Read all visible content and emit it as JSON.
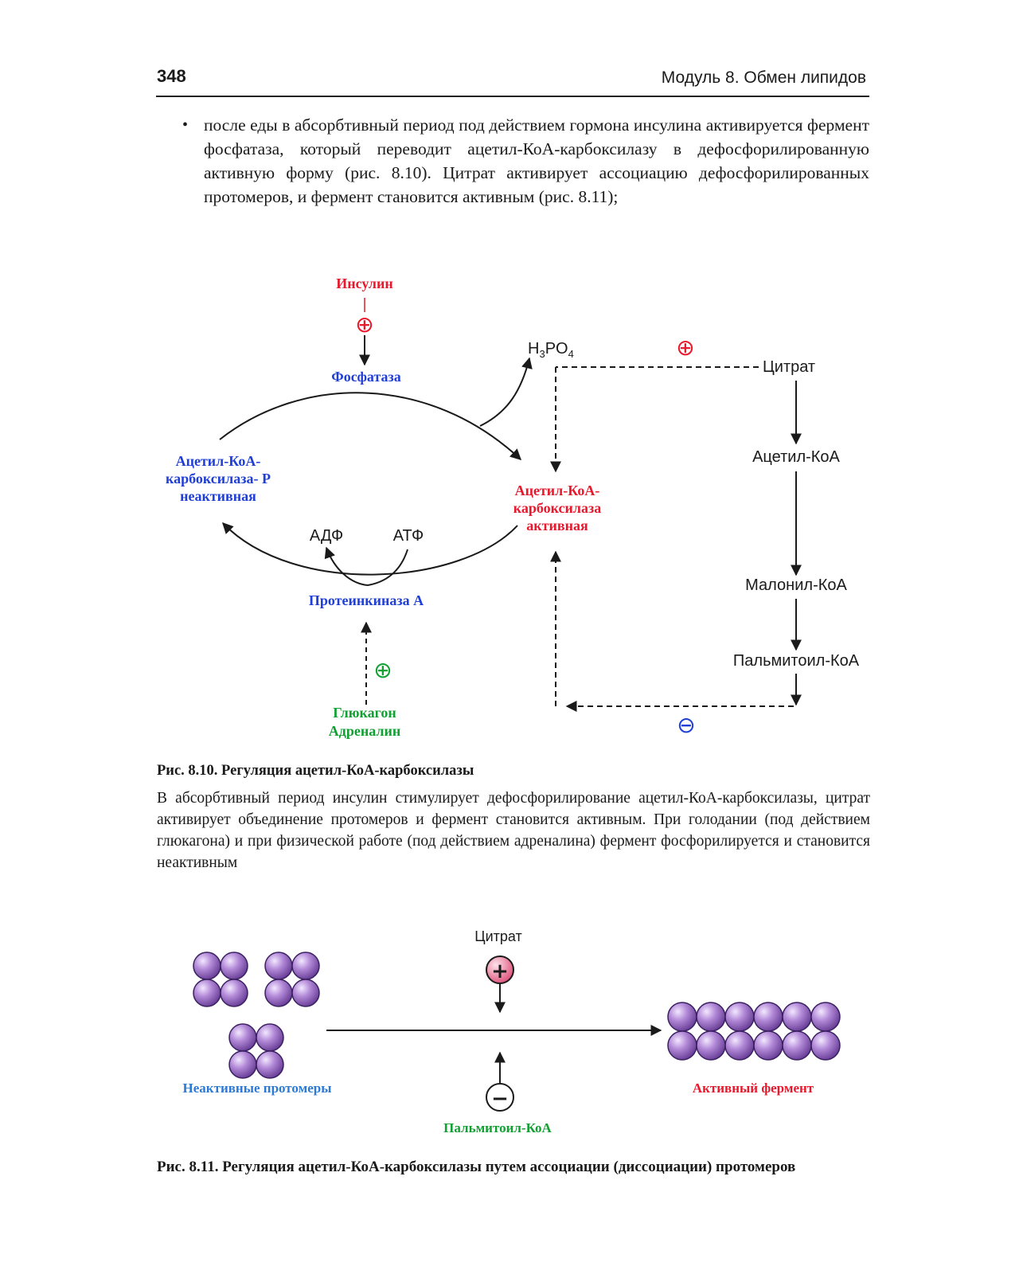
{
  "header": {
    "page_number": "348",
    "running_title": "Модуль 8. Обмен липидов"
  },
  "body": {
    "bullet_char": "•",
    "paragraph": "после еды в абсорбтивный период под действием гормона инсулина активируется фермент фосфатаза, который переводит ацетил-КоА-карбоксилазу в дефосфорилированную активную форму (рис. 8.10). Цитрат активирует ассоциацию дефосфорилированных протомеров, и фермент становится активным (рис. 8.11);"
  },
  "fig810": {
    "insulin": "Инсулин",
    "phosphatase": "Фосфатаза",
    "h3po4": "H3PO4",
    "citrate": "Цитрат",
    "acetyl_coa": "Ацетил-КоА",
    "malonyl_coa": "Малонил-КоА",
    "palmitoyl_coa": "Пальмитоил-КоА",
    "inactive_l1": "Ацетил-КоА-",
    "inactive_l2": "карбоксилаза- Р",
    "inactive_l3": "неактивная",
    "active_l1": "Ацетил-КоА-",
    "active_l2": "карбоксилаза",
    "active_l3": "активная",
    "adp": "АДФ",
    "atp": "АТФ",
    "pka": "Протеинкиназа А",
    "glucagon": "Глюкагон",
    "adrenaline": "Адреналин",
    "plus": "⊕",
    "minus": "⊖",
    "caption_title": "Рис. 8.10. Регуляция ацетил-КоА-карбоксилазы",
    "caption_text": "В абсорбтивный период инсулин стимулирует дефосфорилирование ацетил-КоА-карбоксилазы, цитрат активирует объединение протомеров и фермент становится активным. При голодании (под действием глюкагона) и при физической работе (под действием адреналина) фермент фосфорилируется и становится неактивным"
  },
  "fig811": {
    "citrate": "Цитрат",
    "plus": "+",
    "minus": "−",
    "inactive_label": "Неактивные протомеры",
    "active_label": "Активный фермент",
    "palmitoyl": "Пальмитоил-КоА",
    "caption": "Рис. 8.11. Регуляция ацетил-КоА-карбоксилазы путем ассоциации (диссоциации) протомеров"
  },
  "colors": {
    "red": "#e8192c",
    "blue": "#1f3fd6",
    "green": "#11a032",
    "sphere": "#b38ad8",
    "pink": "#e86a8c"
  }
}
